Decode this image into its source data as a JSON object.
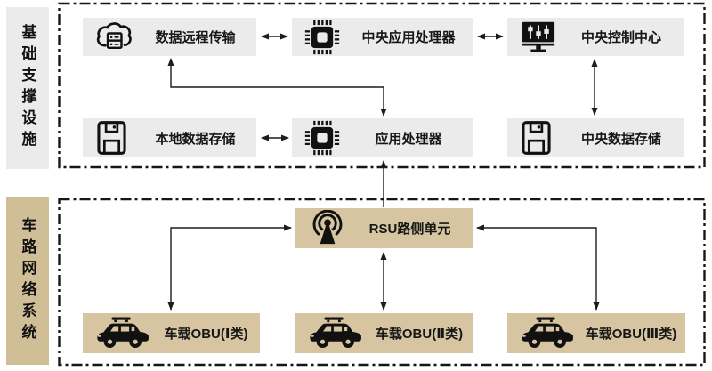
{
  "diagram_title": "",
  "sidebars": {
    "infrastructure": "基础支撑设施",
    "vehicle_network": "车路网络系统"
  },
  "infrastructure_nodes": [
    {
      "label": "数据远程传输",
      "icon": "cloud-server-icon"
    },
    {
      "label": "中央应用处理器",
      "icon": "cpu-chip-icon"
    },
    {
      "label": "中央控制中心",
      "icon": "control-monitor-icon"
    },
    {
      "label": "本地数据存储",
      "icon": "storage-disk-icon"
    },
    {
      "label": "应用处理器",
      "icon": "cpu-chip-icon"
    },
    {
      "label": "中央数据存储",
      "icon": "storage-disk-icon"
    }
  ],
  "network_nodes": [
    {
      "label": "RSU路侧单元",
      "icon": "antenna-broadcast-icon"
    },
    {
      "label": "车载OBU(Ⅰ类)",
      "icon": "car-icon"
    },
    {
      "label": "车载OBU(Ⅱ类)",
      "icon": "car-icon"
    },
    {
      "label": "车载OBU(Ⅲ类)",
      "icon": "car-icon"
    }
  ],
  "connections": [
    {
      "from": "数据远程传输",
      "to": "中央应用处理器",
      "bidirectional": true
    },
    {
      "from": "中央应用处理器",
      "to": "中央控制中心",
      "bidirectional": true
    },
    {
      "from": "中央控制中心",
      "to": "中央数据存储",
      "bidirectional": true
    },
    {
      "from": "本地数据存储",
      "to": "应用处理器",
      "bidirectional": true
    },
    {
      "from": "数据远程传输",
      "to": "应用处理器",
      "bidirectional": true
    },
    {
      "from": "RSU路侧单元",
      "to": "应用处理器",
      "bidirectional": false
    },
    {
      "from": "RSU路侧单元",
      "to": "车载OBU(Ⅰ类)",
      "bidirectional": true
    },
    {
      "from": "RSU路侧单元",
      "to": "车载OBU(Ⅱ类)",
      "bidirectional": true
    },
    {
      "from": "RSU路侧单元",
      "to": "车载OBU(Ⅲ类)",
      "bidirectional": true
    }
  ],
  "colors": {
    "box_gray": "#ebebeb",
    "box_tan": "#d6c5a0",
    "sidebar_gray": "#ebebeb",
    "sidebar_tan": "#d0bf96",
    "line": "#1c1c1c",
    "text": "#161616",
    "background": "#ffffff"
  }
}
